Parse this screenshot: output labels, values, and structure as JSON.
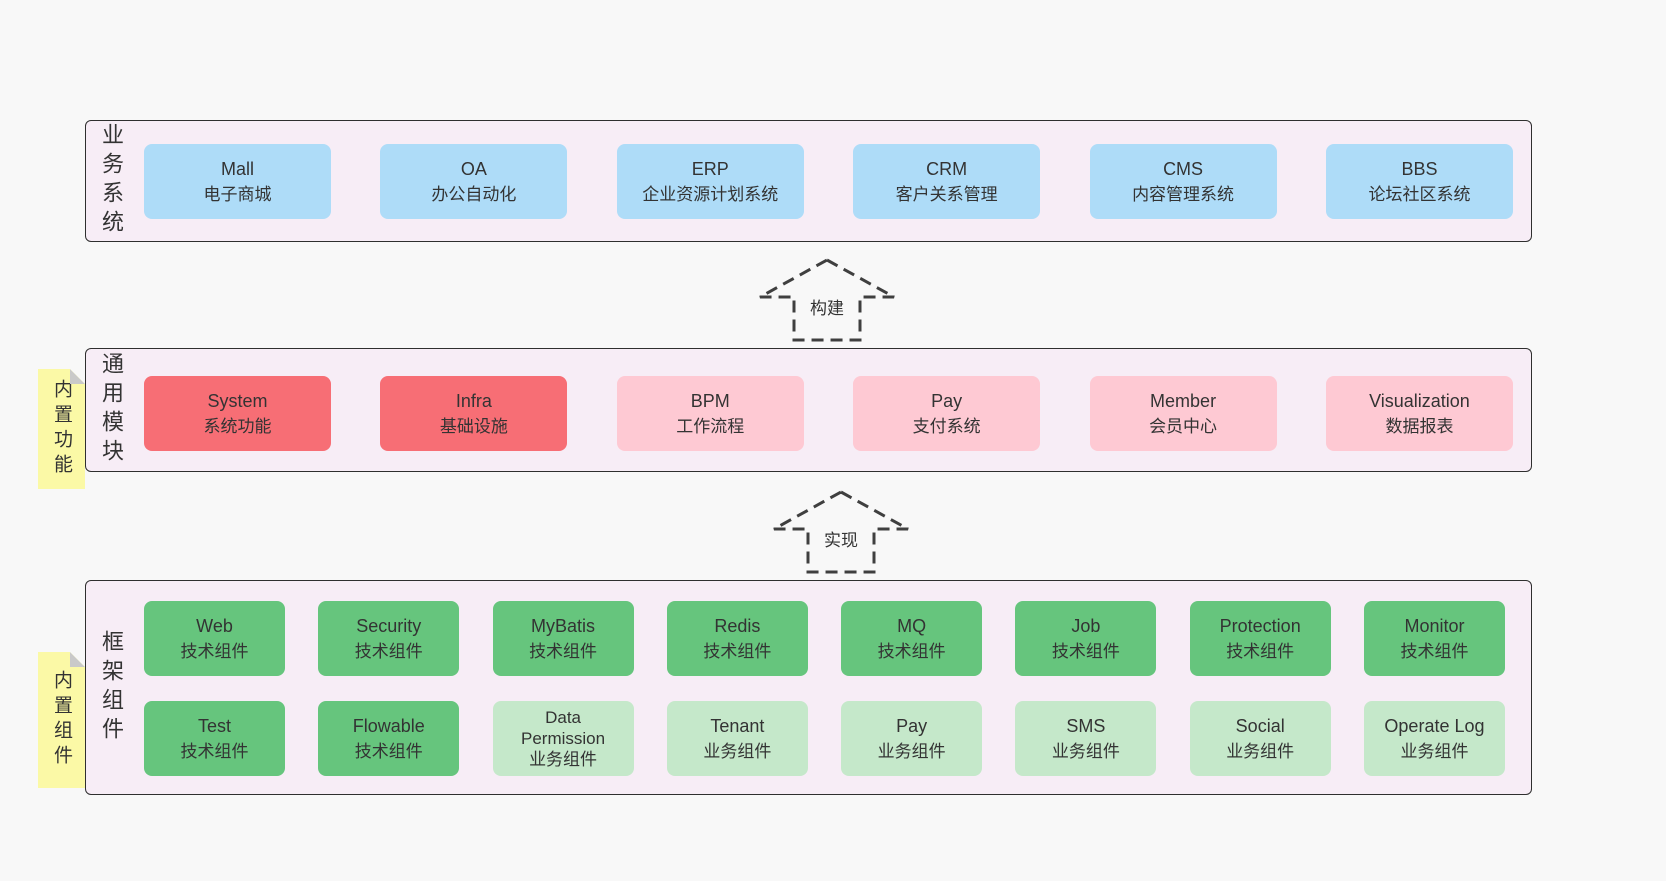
{
  "colors": {
    "page_bg": "#f8f8f8",
    "panel_bg": "#f7edf6",
    "panel_border": "#2f2f2f",
    "blue": "#aedcf8",
    "red": "#f76e75",
    "pink": "#fec9d3",
    "green": "#66c57d",
    "light_green": "#c5e8ca",
    "yellow": "#fbf9a6",
    "fold_gray": "#c9c9c9",
    "text": "#333333",
    "arrow_stroke": "#3f3f3f"
  },
  "arrows": [
    {
      "label": "构建"
    },
    {
      "label": "实现"
    }
  ],
  "notes": [
    {
      "label": "内置功能"
    },
    {
      "label": "内置组件"
    }
  ],
  "layers": [
    {
      "side_label": "业务系统",
      "boxes": [
        {
          "title": "Mall",
          "subtitle": "电子商城"
        },
        {
          "title": "OA",
          "subtitle": "办公自动化"
        },
        {
          "title": "ERP",
          "subtitle": "企业资源计划系统"
        },
        {
          "title": "CRM",
          "subtitle": "客户关系管理"
        },
        {
          "title": "CMS",
          "subtitle": "内容管理系统"
        },
        {
          "title": "BBS",
          "subtitle": "论坛社区系统"
        }
      ]
    },
    {
      "side_label": "通用模块",
      "boxes": [
        {
          "title": "System",
          "subtitle": "系统功能"
        },
        {
          "title": "Infra",
          "subtitle": "基础设施"
        },
        {
          "title": "BPM",
          "subtitle": "工作流程"
        },
        {
          "title": "Pay",
          "subtitle": "支付系统"
        },
        {
          "title": "Member",
          "subtitle": "会员中心"
        },
        {
          "title": "Visualization",
          "subtitle": "数据报表"
        }
      ]
    },
    {
      "side_label": "框架组件",
      "boxes": [
        {
          "title": "Web",
          "subtitle": "技术组件"
        },
        {
          "title": "Security",
          "subtitle": "技术组件"
        },
        {
          "title": "MyBatis",
          "subtitle": "技术组件"
        },
        {
          "title": "Redis",
          "subtitle": "技术组件"
        },
        {
          "title": "MQ",
          "subtitle": "技术组件"
        },
        {
          "title": "Job",
          "subtitle": "技术组件"
        },
        {
          "title": "Protection",
          "subtitle": "技术组件"
        },
        {
          "title": "Monitor",
          "subtitle": "技术组件"
        },
        {
          "title": "Test",
          "subtitle": "技术组件"
        },
        {
          "title": "Flowable",
          "subtitle": "技术组件"
        },
        {
          "title": "Data Permission",
          "subtitle": "业务组件"
        },
        {
          "title": "Tenant",
          "subtitle": "业务组件"
        },
        {
          "title": "Pay",
          "subtitle": "业务组件"
        },
        {
          "title": "SMS",
          "subtitle": "业务组件"
        },
        {
          "title": "Social",
          "subtitle": "业务组件"
        },
        {
          "title": "Operate Log",
          "subtitle": "业务组件"
        }
      ]
    }
  ]
}
